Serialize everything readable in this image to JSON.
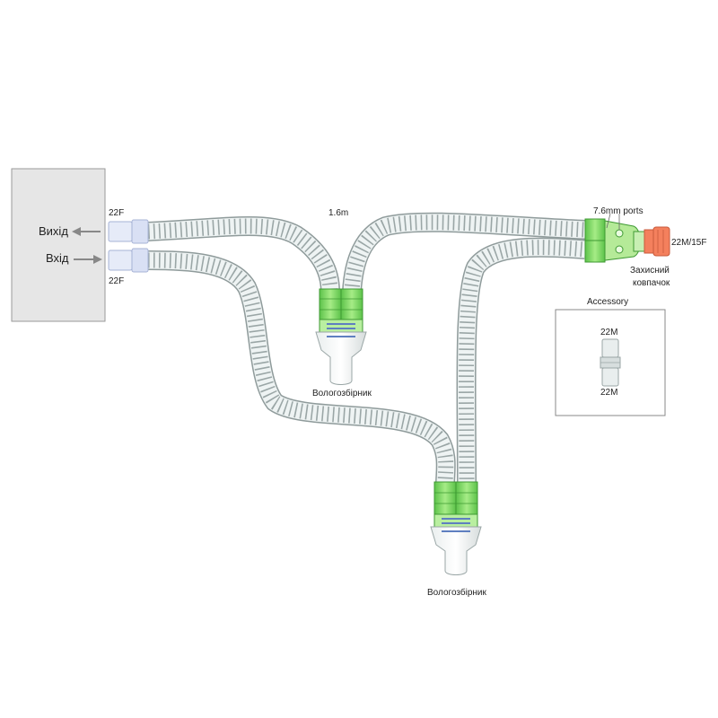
{
  "ventilator": {
    "outlet_label": "Вихід",
    "inlet_label": "Вхід"
  },
  "connectors": {
    "outlet_size": "22F",
    "inlet_size": "22F",
    "patient_end_size": "22M/15F"
  },
  "tube_length": "1.6m",
  "ports_label": "7.6mm ports",
  "cap_label_line1": "Захисний",
  "cap_label_line2": "ковпачок",
  "water_trap_1_label": "Вологозбірник",
  "water_trap_2_label": "Вологозбірник",
  "accessory": {
    "title": "Accessory",
    "top_label": "22M",
    "bottom_label": "22M"
  },
  "colors": {
    "connector_green": "#7ed957",
    "cap_orange": "#f4805d",
    "ventilator_fill": "#e6e6e6",
    "tube_fill": "#eef3f3",
    "coil": "#9aa6a6"
  }
}
